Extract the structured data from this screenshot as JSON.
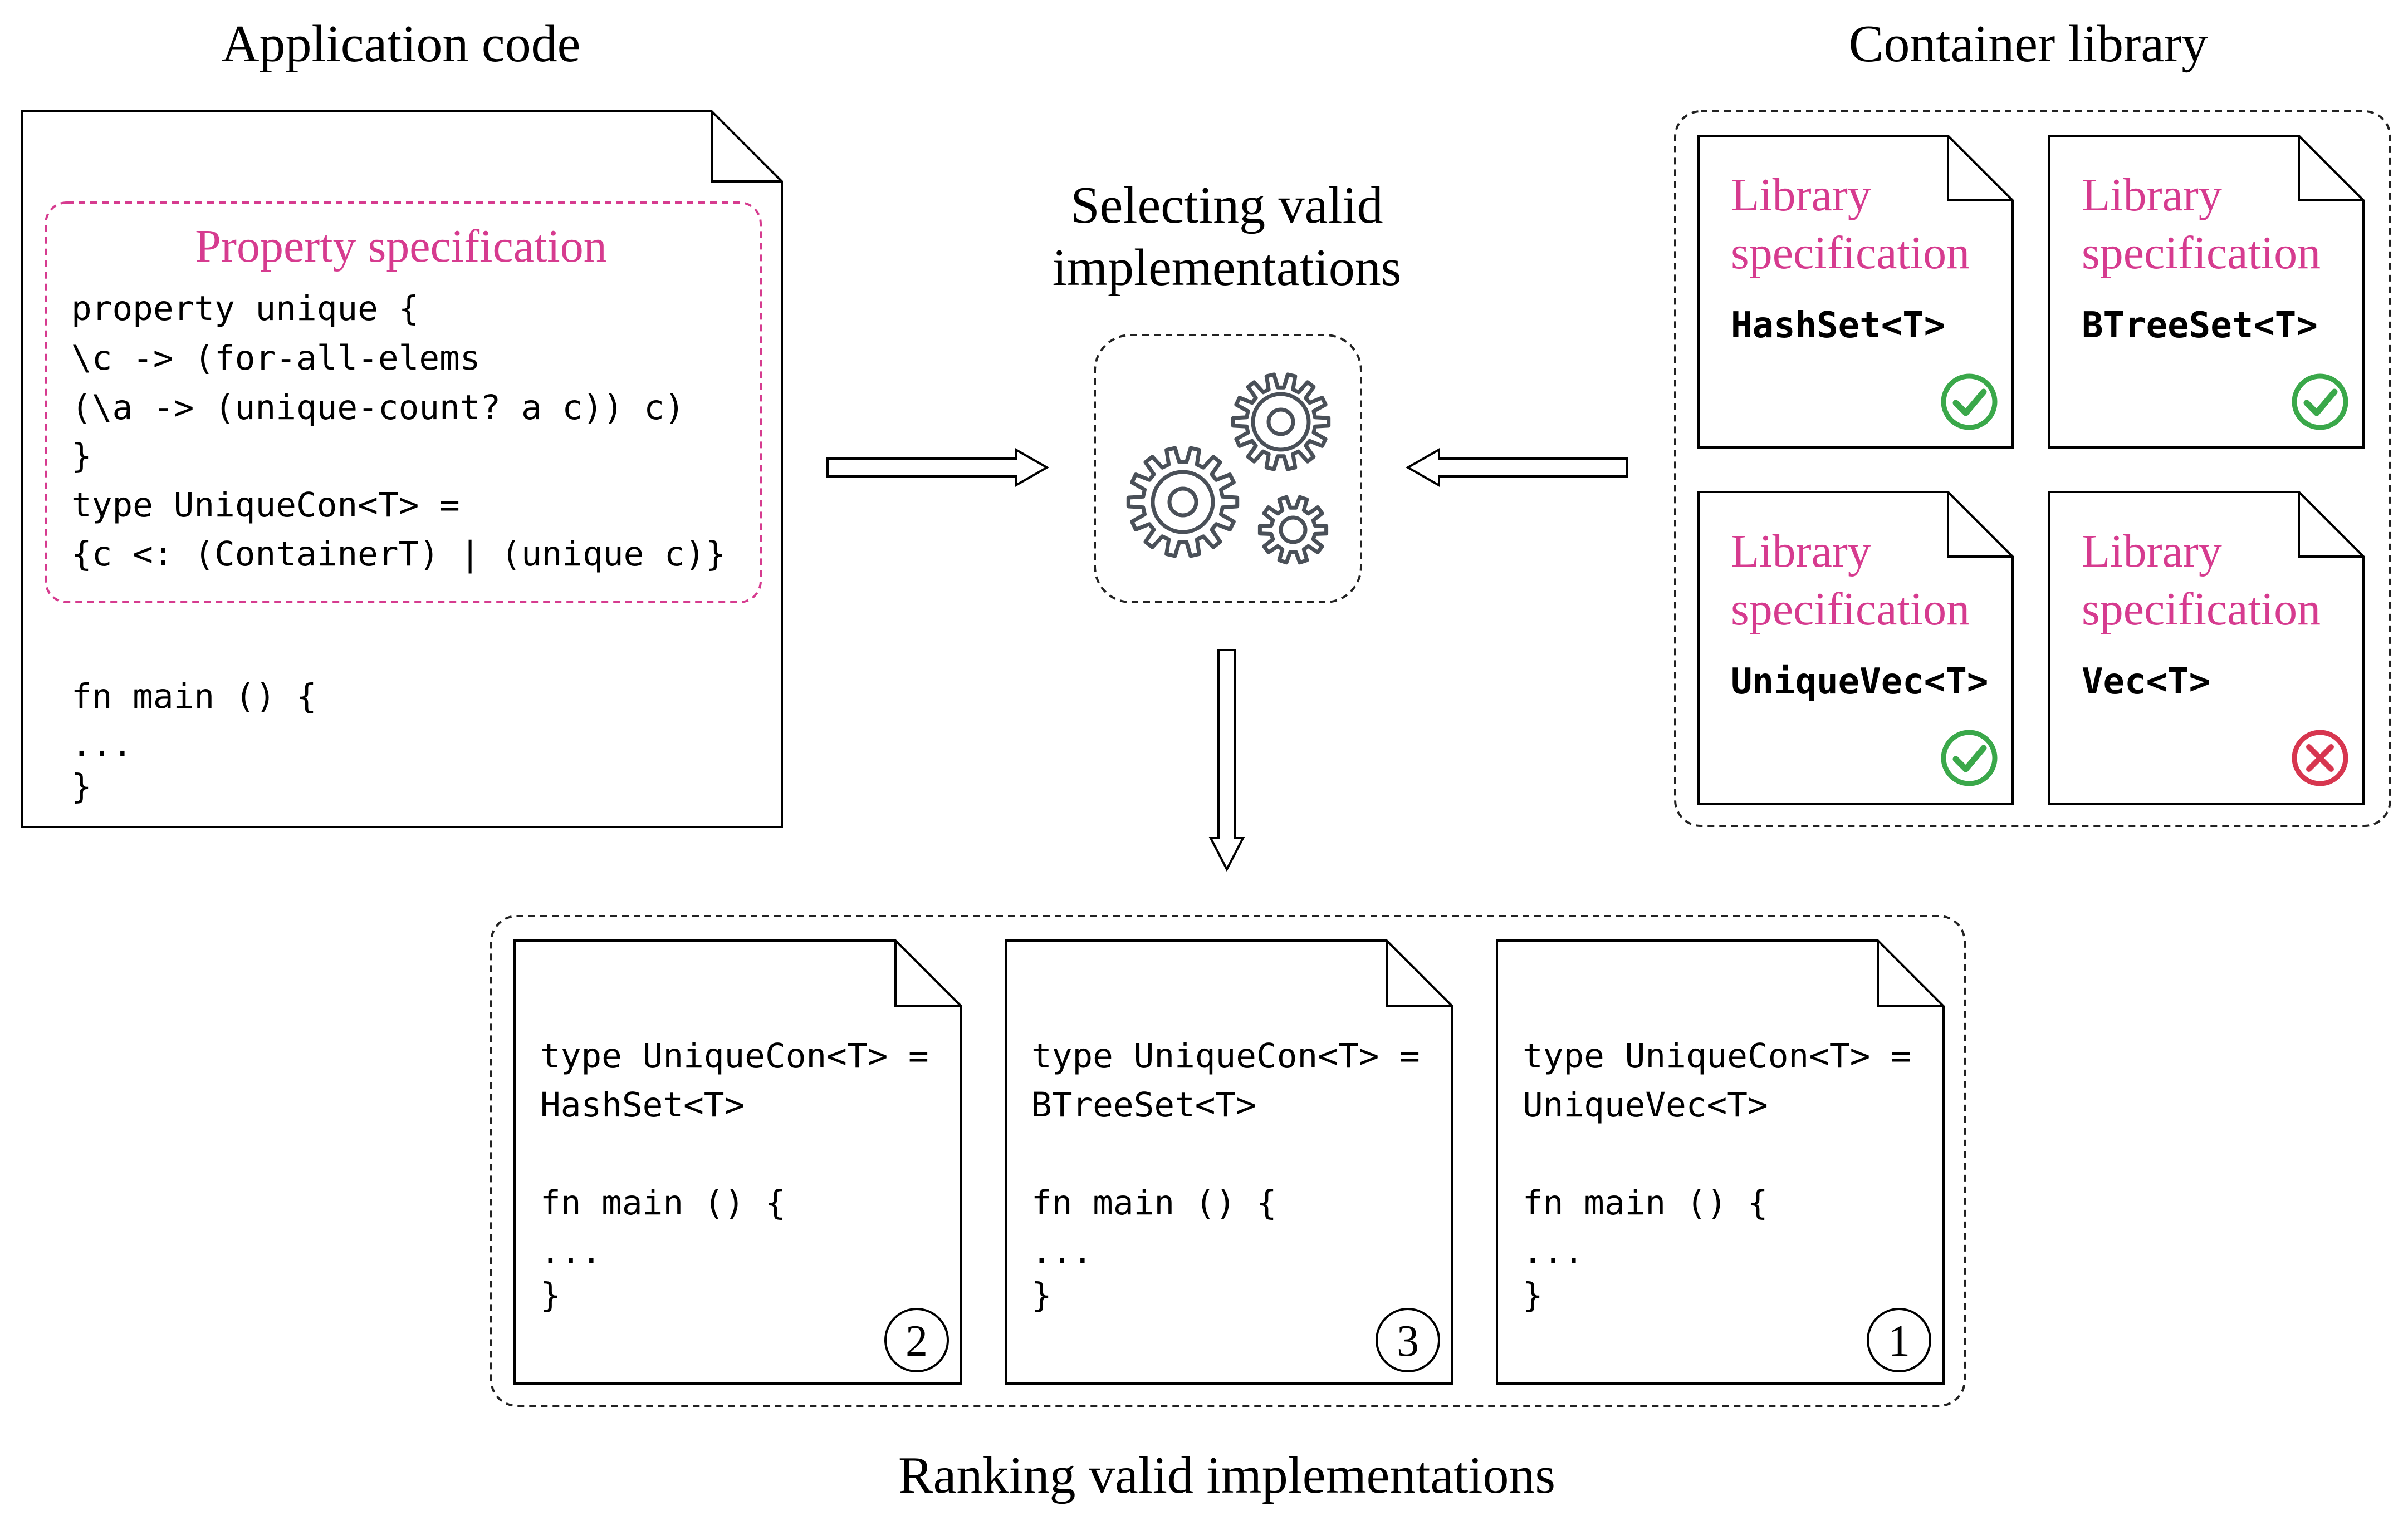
{
  "colors": {
    "ink": "#000000",
    "accent_pink": "#d63b8f",
    "check_green": "#3aa84a",
    "cross_red": "#d7364f",
    "gear_gray": "#4a5058",
    "dash_gray": "#222222"
  },
  "application": {
    "title": "Application code",
    "property_spec_title": "Property specification",
    "spec_lines": [
      "property unique {",
      "  \\c -> (for-all-elems",
      "    (\\a -> (unique-count? a c)) c)",
      "}",
      "type UniqueCon<T> =",
      "  {c <: (ContainerT) | (unique c)}"
    ],
    "main_lines": [
      "fn main () {",
      "  ...",
      "}"
    ]
  },
  "selector": {
    "title_line1": "Selecting valid",
    "title_line2": "implementations",
    "icon": "gears-icon"
  },
  "library": {
    "title": "Container library",
    "cards": [
      {
        "spec_line1": "Library",
        "spec_line2": "specification",
        "type": "HashSet<T>",
        "status": "valid",
        "icon": "check-icon"
      },
      {
        "spec_line1": "Library",
        "spec_line2": "specification",
        "type": "BTreeSet<T>",
        "status": "valid",
        "icon": "check-icon"
      },
      {
        "spec_line1": "Library",
        "spec_line2": "specification",
        "type": "UniqueVec<T>",
        "status": "valid",
        "icon": "check-icon"
      },
      {
        "spec_line1": "Library",
        "spec_line2": "specification",
        "type": "Vec<T>",
        "status": "invalid",
        "icon": "cross-icon"
      }
    ]
  },
  "ranking": {
    "title": "Ranking valid implementations",
    "docs": [
      {
        "lines": [
          "type UniqueCon<T> =",
          "  HashSet<T>",
          "",
          "fn main () {",
          "  ...",
          "}"
        ],
        "rank": "2"
      },
      {
        "lines": [
          "type UniqueCon<T> =",
          "  BTreeSet<T>",
          "",
          "fn main () {",
          "  ...",
          "}"
        ],
        "rank": "3"
      },
      {
        "lines": [
          "type UniqueCon<T> =",
          "  UniqueVec<T>",
          "",
          "fn main () {",
          "  ...",
          "}"
        ],
        "rank": "1"
      }
    ]
  }
}
